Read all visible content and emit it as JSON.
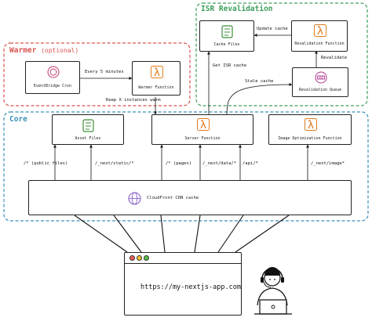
{
  "regions": {
    "isr": {
      "title": "ISR Revalidation",
      "color": "#3e9e5a"
    },
    "warmer": {
      "title": "Warmer",
      "title_suffix": "(optional)",
      "color": "#d9534f"
    },
    "core": {
      "title": "Core",
      "color": "#3c8fb8"
    }
  },
  "nodes": {
    "cache_files": "Cache Files",
    "revalidation_function": "Revalidation Function",
    "revalidation_queue": "Revalidation Queue",
    "eventbridge_cron": "EventBridge Cron",
    "warmer_function": "Warmer Function",
    "asset_files": "Asset Files",
    "server_function": "Server Function",
    "image_optimization_function": "Image Optimization Function",
    "cloudfront": "CloudFront CDN cache"
  },
  "edges": {
    "update_cache": "Update cache",
    "revalidate": "Revalidate",
    "get_isr_cache": "Get ISR cache",
    "stale_cache": "Stale cache",
    "every_5_minutes": "Every 5 minutes",
    "keep_warm": "Keep X instances warm",
    "public_files": "/* (public files)",
    "next_static": "/_next/static/*",
    "pages": "/* (pages)",
    "next_data": "/_next/data/*",
    "api": "/api/*",
    "next_image": "/_next/image*"
  },
  "browser": {
    "url": "https://my-nextjs-app.com"
  },
  "icons": {
    "storage": "bucket-icon",
    "lambda": "lambda-icon",
    "queue": "queue-icon",
    "eventbridge": "eventbridge-icon",
    "cloudfront": "cloudfront-icon",
    "user": "user-headset-laptop-icon"
  },
  "colors": {
    "isr": "#3e9e5a",
    "warmer": "#d9534f",
    "core": "#3c8fb8",
    "lambda": "#e07b1f",
    "storage": "#3f8f3a",
    "queue": "#b0358f",
    "eventbridge": "#c2366e",
    "cloudfront": "#7b4fc8"
  }
}
